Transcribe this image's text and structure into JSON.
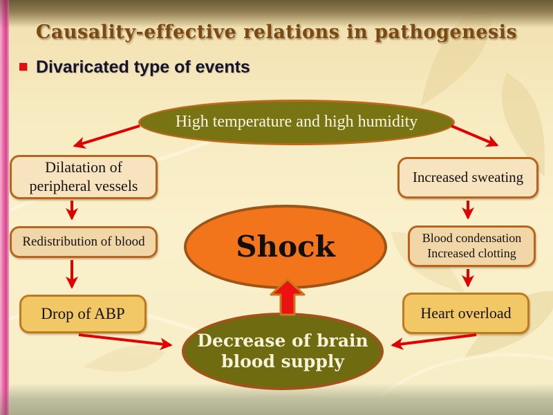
{
  "slide": {
    "title": "Causality-effective relations in pathogenesis",
    "bullet_text": "Divaricated type of events"
  },
  "diagram": {
    "top_ellipse": {
      "label": "High temperature and high humidity"
    },
    "shock_ellipse": {
      "label": "Shock"
    },
    "bottom_ellipse": {
      "line1": "Decrease of brain",
      "line2": "blood supply"
    },
    "left_column": {
      "box1": {
        "line1": "Dilatation of",
        "line2": "peripheral vessels"
      },
      "box2": {
        "line1": "Redistribution of blood"
      },
      "box3": {
        "line1": "Drop of ABP"
      }
    },
    "right_column": {
      "box1": {
        "line1": "Increased sweating"
      },
      "box2": {
        "line1": "Blood condensation",
        "line2": "Increased clotting"
      },
      "box3": {
        "line1": "Heart overload"
      }
    }
  },
  "colors": {
    "arrow_red": "#e10000",
    "olive_fill": "#787414",
    "dark_olive_fill": "#6e6b10",
    "orange_fill": "#f2751b",
    "border_brown": "#b5651d",
    "cream_box": "#f8e3bf",
    "tan_box": "#f1d7a7",
    "gold_box": "#f2c766",
    "title_brown": "#7b4a12",
    "bullet_navy": "#14142c",
    "bullet_red": "#e21010",
    "accent_pink": "#e55f9f"
  }
}
